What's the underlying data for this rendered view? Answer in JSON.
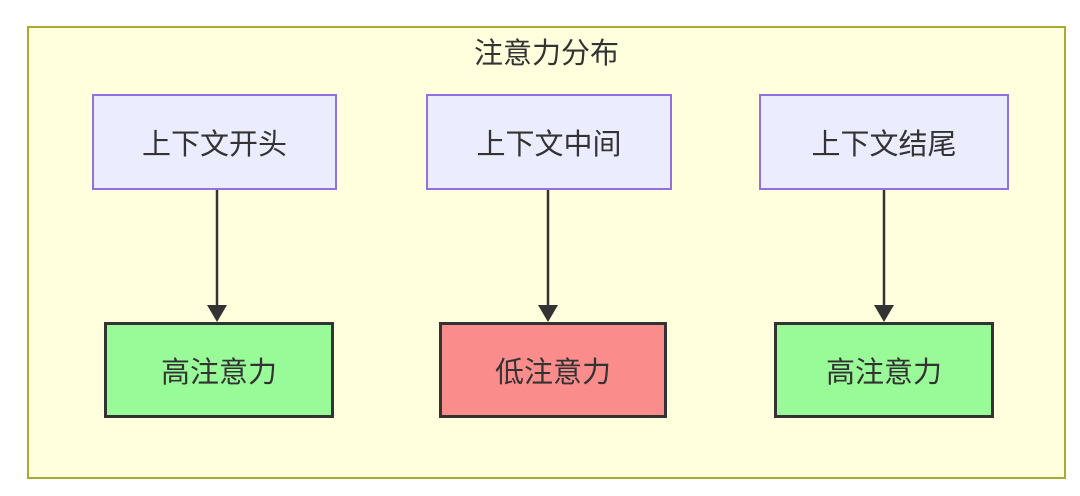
{
  "diagram": {
    "title": "注意力分布",
    "top_nodes": [
      {
        "label": "上下文开头"
      },
      {
        "label": "上下文中间"
      },
      {
        "label": "上下文结尾"
      }
    ],
    "bottom_nodes": [
      {
        "label": "高注意力",
        "level": "high"
      },
      {
        "label": "低注意力",
        "level": "low"
      },
      {
        "label": "高注意力",
        "level": "high"
      }
    ],
    "edges": [
      {
        "from": "上下文开头",
        "to": "高注意力"
      },
      {
        "from": "上下文中间",
        "to": "低注意力"
      },
      {
        "from": "上下文结尾",
        "to": "高注意力"
      }
    ]
  },
  "colors": {
    "canvas_bg": "#ffffff",
    "container_fill": "#ffffde",
    "container_border": "#aaaa33",
    "context_node_fill": "#ECECFF",
    "context_node_border": "#9370DB",
    "high_attention_fill": "#98FB98",
    "low_attention_fill": "#FB8C8C",
    "attention_node_border": "#333333",
    "arrow_color": "#333333",
    "text_color": "#333333"
  }
}
